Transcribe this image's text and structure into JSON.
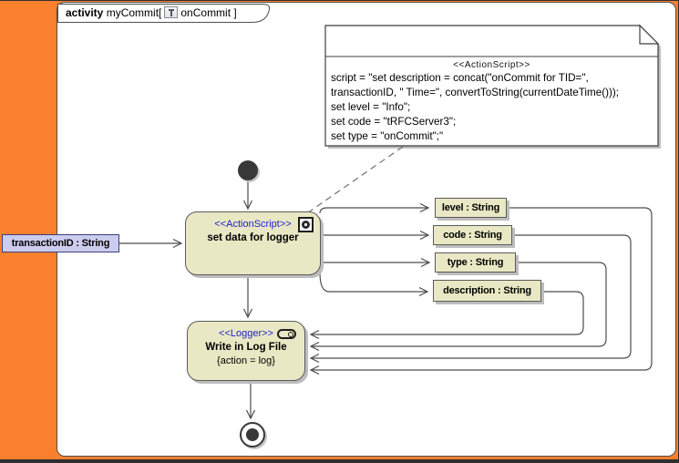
{
  "colors": {
    "accent": "#F9802D",
    "node-fill": "#E9E8C4",
    "node-border": "#5A5A5A",
    "stereotype": "#2222CC",
    "pin-fill": "#CCCCEE",
    "pin-border": "#3D3D7A",
    "edge": "#4D4D4D",
    "shadow": "#BDBDBD"
  },
  "frame": {
    "keyword": "activity",
    "name": "myCommit[",
    "parameter": "onCommit ]",
    "icon": "activity-diagram-icon"
  },
  "note": {
    "stereotype": "<<ActionScript>>",
    "lines": [
      "script = \"set description = concat(\"onCommit for TID=\",",
      "transactionID, \" Time=\", convertToString(currentDateTime()));",
      "set level = \"Info\";",
      "set code = \"tRFCServer3\";",
      "set type = \"onCommit\";\""
    ]
  },
  "nodes": {
    "set_data_action": {
      "stereotype": "<<ActionScript>>",
      "name": "set data for logger"
    },
    "logger_action": {
      "stereotype": "<<Logger>>",
      "name": "Write in Log File",
      "constraint": "{action = log}"
    }
  },
  "pins": {
    "input": {
      "label": "transactionID : String"
    },
    "outputs": [
      {
        "label": "level : String"
      },
      {
        "label": "code : String"
      },
      {
        "label": "type : String"
      },
      {
        "label": "description : String"
      }
    ]
  }
}
